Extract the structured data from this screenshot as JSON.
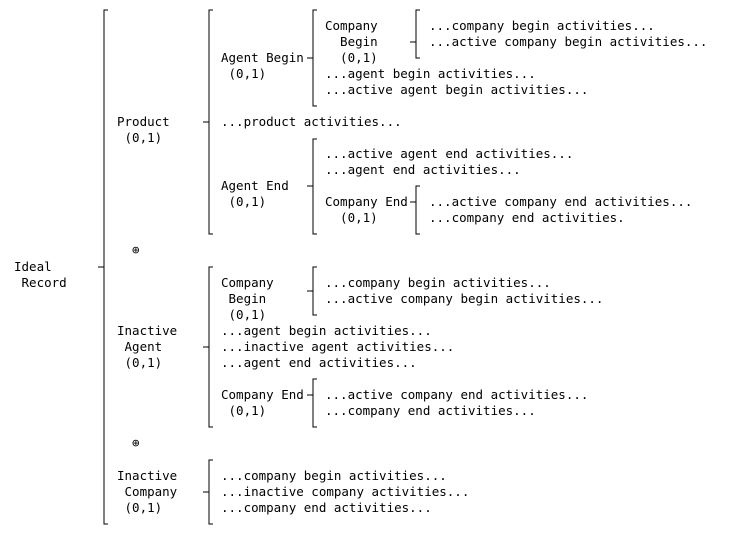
{
  "root": {
    "label": [
      "Ideal",
      " Record"
    ]
  },
  "product": {
    "label": [
      "Product",
      " (0,1)"
    ],
    "agent_begin": {
      "label": [
        "Agent Begin",
        " (0,1)"
      ],
      "company_begin": {
        "label": [
          "Company",
          "  Begin",
          "  (0,1)"
        ],
        "items": [
          "...company begin activities...",
          "...active company begin activities..."
        ]
      },
      "items": [
        "...agent begin activities...",
        "...active agent begin activities..."
      ]
    },
    "activities": "...product activities...",
    "agent_end": {
      "label": [
        "Agent End",
        " (0,1)"
      ],
      "items": [
        "...active agent end activities...",
        "...agent end activities..."
      ],
      "company_end": {
        "label": [
          "Company End",
          "  (0,1)"
        ],
        "items": [
          "...active company end activities...",
          "...company end activities."
        ]
      }
    }
  },
  "separator_1": "⊕",
  "inactive_agent": {
    "label": [
      "Inactive",
      " Agent",
      " (0,1)"
    ],
    "company_begin": {
      "label": [
        "Company",
        " Begin",
        " (0,1)"
      ],
      "items": [
        "...company begin activities...",
        "...active company begin activities..."
      ]
    },
    "items": [
      "...agent begin activities...",
      "...inactive agent activities...",
      "...agent end activities..."
    ],
    "company_end": {
      "label": [
        "Company End",
        " (0,1)"
      ],
      "items": [
        "...active company end activities...",
        "...company end activities..."
      ]
    }
  },
  "separator_2": "⊕",
  "inactive_company": {
    "label": [
      "Inactive",
      " Company",
      " (0,1)"
    ],
    "items": [
      "...company begin activities...",
      "...inactive company activities...",
      "...company end activities..."
    ]
  }
}
